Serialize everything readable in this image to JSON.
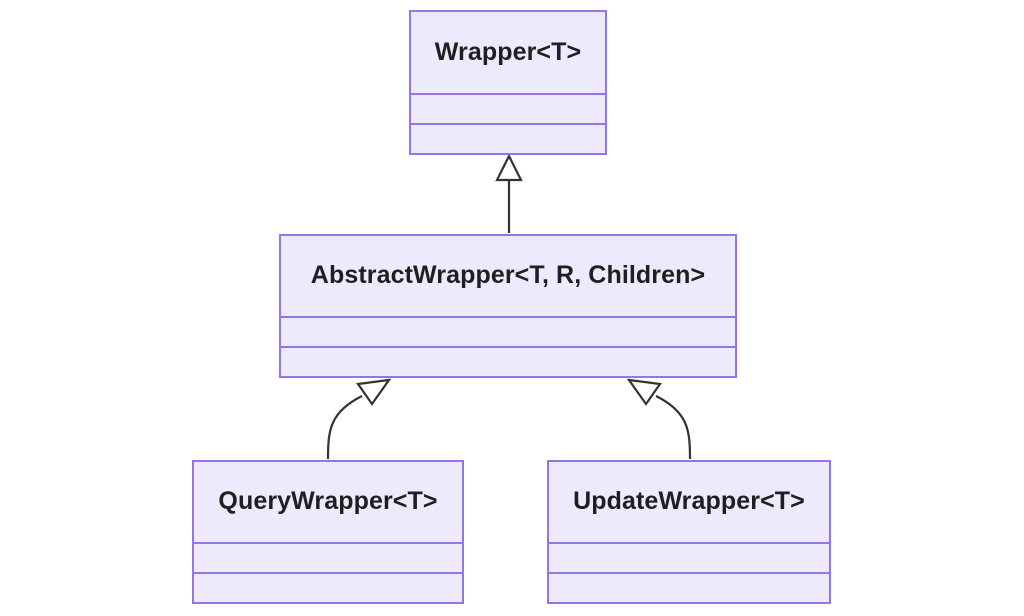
{
  "diagram": {
    "type": "uml-class-diagram",
    "title": "",
    "background_color": "#ffffff",
    "node_fill_color": "#ECEAFB",
    "node_border_color": "#9673E6",
    "node_text_color": "#1f1f1f",
    "edge_color": "#333333",
    "nodes": [
      {
        "id": "wrapper",
        "name": "Wrapper<T>",
        "compartments": [
          "",
          ""
        ]
      },
      {
        "id": "abstractwrapper",
        "name": "AbstractWrapper<T, R, Children>",
        "compartments": [
          "",
          ""
        ]
      },
      {
        "id": "querywrapper",
        "name": "QueryWrapper<T>",
        "compartments": [
          "",
          ""
        ]
      },
      {
        "id": "updatewrapper",
        "name": "UpdateWrapper<T>",
        "compartments": [
          "",
          ""
        ]
      }
    ],
    "edges": [
      {
        "id": "edge-abstractwrapper-wrapper",
        "from": "abstractwrapper",
        "to": "wrapper",
        "relation": "inheritance",
        "arrow": "hollow-triangle",
        "style": "straight"
      },
      {
        "id": "edge-querywrapper-abstractwrapper",
        "from": "querywrapper",
        "to": "abstractwrapper",
        "relation": "inheritance",
        "arrow": "hollow-triangle",
        "style": "curved"
      },
      {
        "id": "edge-updatewrapper-abstractwrapper",
        "from": "updatewrapper",
        "to": "abstractwrapper",
        "relation": "inheritance",
        "arrow": "hollow-triangle",
        "style": "curved"
      }
    ]
  }
}
